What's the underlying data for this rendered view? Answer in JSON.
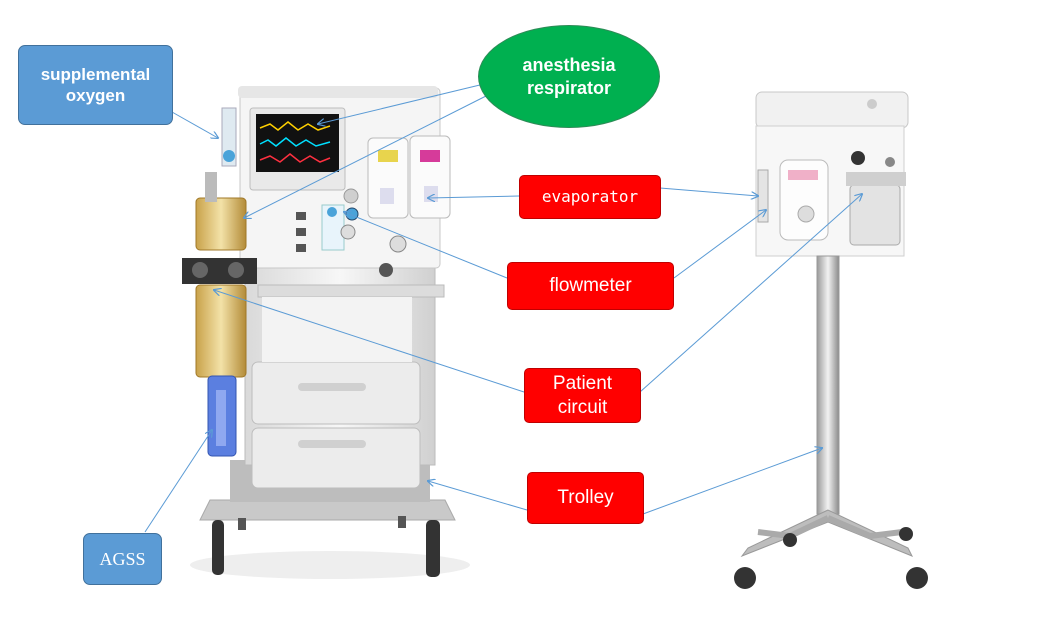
{
  "labels": {
    "supplemental_oxygen": "supplemental\noxygen",
    "anesthesia_respirator": "anesthesia\nrespirator",
    "evaporator": "evaporator",
    "flowmeter": "flowmeter",
    "patient_circuit": "Patient\ncircuit",
    "trolley": "Trolley",
    "agss": "AGSS"
  },
  "colors": {
    "callout_line": "#5b9bd5",
    "blue_box": "#5b9bd5",
    "red_box": "#ff0000",
    "green_ellipse": "#00b050"
  }
}
